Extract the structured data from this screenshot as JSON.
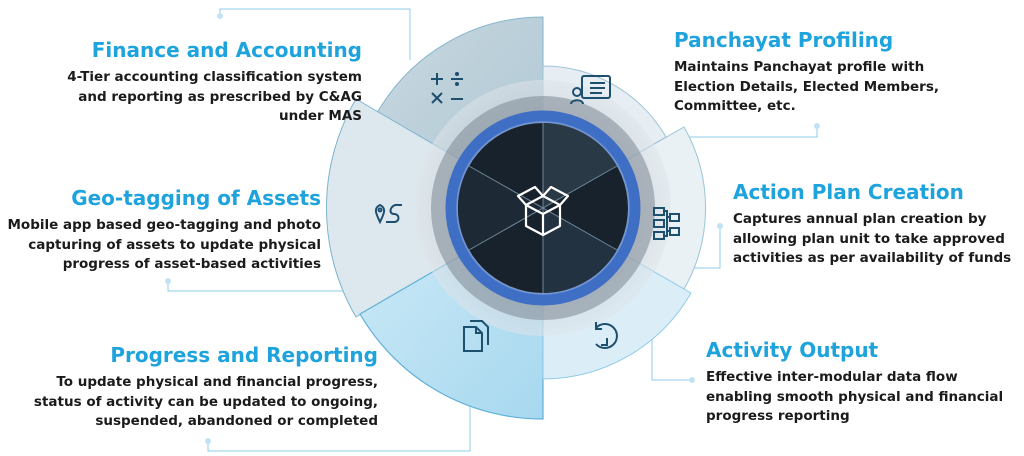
{
  "features": [
    {
      "id": "finance",
      "title": "Finance and Accounting",
      "lines": [
        "4-Tier accounting classification system",
        "and reporting as prescribed by C&AG",
        "under MAS"
      ],
      "icon": "math-operators-icon"
    },
    {
      "id": "geotag",
      "title": "Geo-tagging of Assets",
      "lines": [
        "Mobile app based geo-tagging and photo",
        "capturing of assets to update physical",
        "progress of asset-based activities"
      ],
      "icon": "map-route-icon"
    },
    {
      "id": "progress",
      "title": "Progress and Reporting",
      "lines": [
        "To update physical and financial progress,",
        "status of activity can be updated to ongoing,",
        "suspended, abandoned or completed"
      ],
      "icon": "documents-icon"
    },
    {
      "id": "panchayat",
      "title": "Panchayat Profiling",
      "lines": [
        "Maintains Panchayat profile with",
        "Election Details, Elected Members,",
        "Committee, etc."
      ],
      "icon": "profile-card-icon"
    },
    {
      "id": "actionplan",
      "title": "Action Plan Creation",
      "lines": [
        "Captures annual plan creation by",
        "allowing plan unit to take approved",
        "activities as per availability of funds"
      ],
      "icon": "plan-chart-icon"
    },
    {
      "id": "activity",
      "title": "Activity Output",
      "lines": [
        "Effective inter-modular data flow",
        "enabling smooth physical and financial",
        "progress reporting"
      ],
      "icon": "refresh-cycle-icon"
    }
  ],
  "center_icon": "open-box-icon",
  "colors": {
    "title": "#1ea3dc",
    "text": "#1b1b1b",
    "connector": "#8fcbe9",
    "ring_blue": "#3f6fc4",
    "core_dark": "#17222c",
    "segment_left": "#b9cfdb",
    "segment_bottom": "#bfe3f4"
  }
}
